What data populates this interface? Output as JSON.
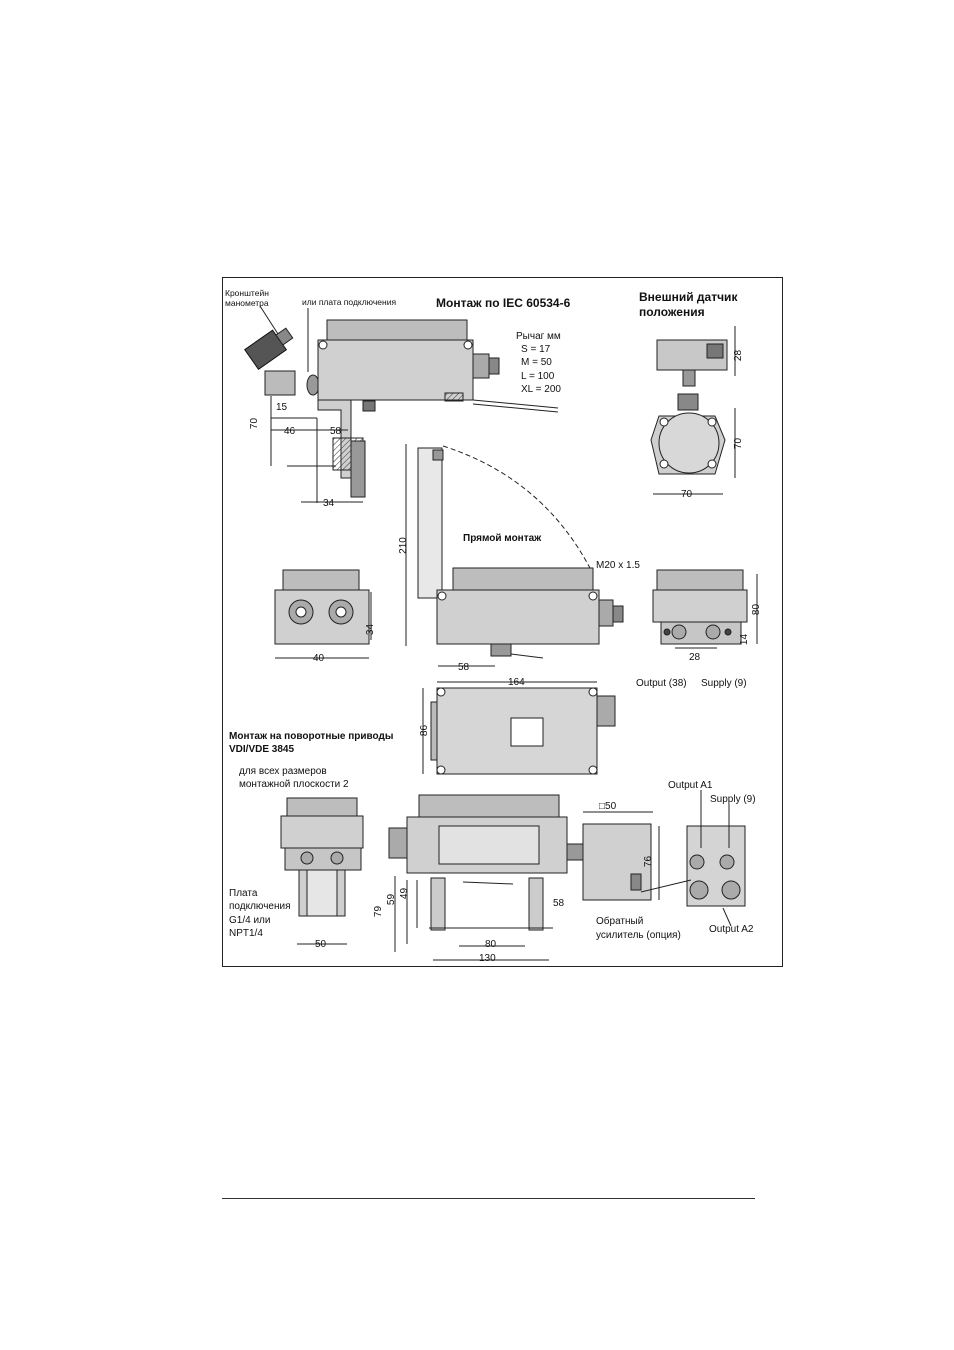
{
  "title_iec": "Монтаж по IEC 60534-6",
  "external_sensor": {
    "line1": "Внешний датчик",
    "line2": "положения"
  },
  "gauge_bracket": {
    "line1": "Кронштейн",
    "line2": "манометра"
  },
  "connection_plate_or": "или плата подключения",
  "lever": {
    "heading": "Рычаг мм",
    "s": "S = 17",
    "m": "M = 50",
    "l": "L = 100",
    "xl": "XL = 200"
  },
  "direct_mounting": "Прямой монтаж",
  "thread": "M20 x 1.5",
  "rotary": {
    "line1": "Монтаж на поворотные приводы",
    "line2": "VDI/VDE 3845"
  },
  "all_sizes": {
    "line1": "для всех размеров",
    "line2": "монтажной плоскости 2"
  },
  "plate": {
    "line1": "Плата",
    "line2": "подключения",
    "line3": "G1/4 или",
    "line4": "NPT1/4"
  },
  "booster": {
    "line1": "Обратный",
    "line2": "усилитель (опция)"
  },
  "ports": {
    "output38": "Output (38)",
    "supply9": "Supply (9)",
    "output_a1": "Output A1",
    "supply9b": "Supply (9)",
    "output_a2": "Output A2"
  },
  "dims": {
    "d15": "15",
    "d46": "46",
    "d58a": "58",
    "d70a": "70",
    "d34a": "34",
    "d28": "28",
    "d70b": "70",
    "d70c": "70",
    "d210": "210",
    "d40": "40",
    "d34b": "34",
    "d58b": "58",
    "d80": "80",
    "d28b": "28",
    "d14": "14",
    "d164": "164",
    "d86": "86",
    "d50sq": "□50",
    "d76": "76",
    "d79": "79",
    "d59": "59",
    "d49": "49",
    "d58c": "58",
    "d80b": "80",
    "d130": "130",
    "d50": "50"
  }
}
